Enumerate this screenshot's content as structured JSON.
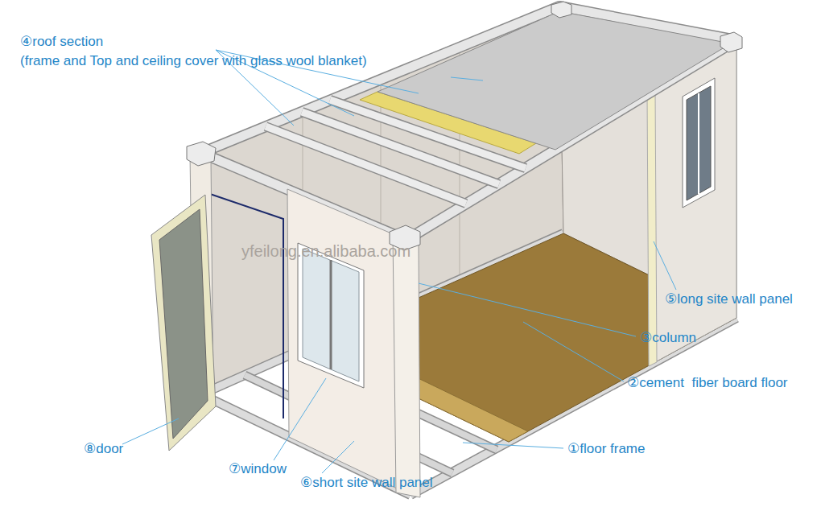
{
  "diagram": {
    "labels": [
      "④roof section",
      "(frame and Top and ceiling cover with glass wool blanket)",
      "⑤long site wall panel",
      "yfeilong.en.alibaba.com",
      "③column",
      "②cement  fiber board floor",
      "⑧door",
      "①floor frame",
      "⑦window",
      "⑥short site wall panel"
    ]
  }
}
